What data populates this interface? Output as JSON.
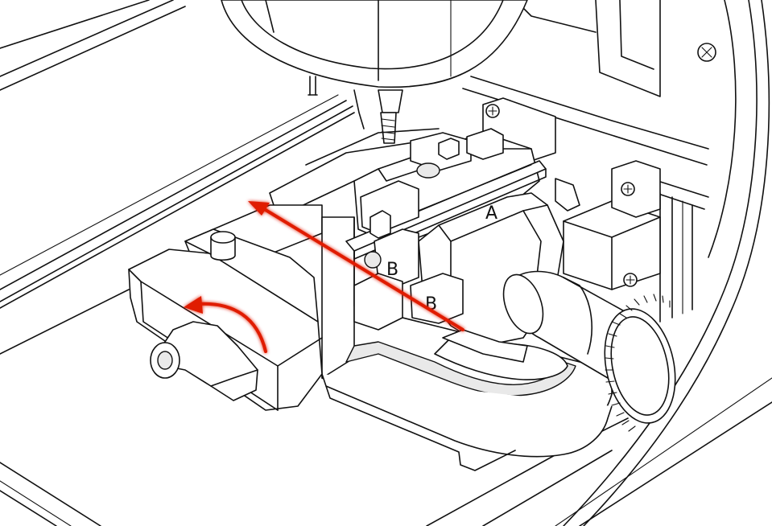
{
  "labels": {
    "jaw_side_a": "A",
    "jaw_side_b_upper": "B",
    "jaw_side_b_lower": "B"
  },
  "colors": {
    "arrow": "#e01b00",
    "line": "#111111",
    "background": "#ffffff"
  },
  "icons": {
    "straight_arrow": "arrow-left-icon",
    "curved_arrow": "rotate-counterclockwise-icon",
    "screws": "phillips-screw-icon"
  }
}
